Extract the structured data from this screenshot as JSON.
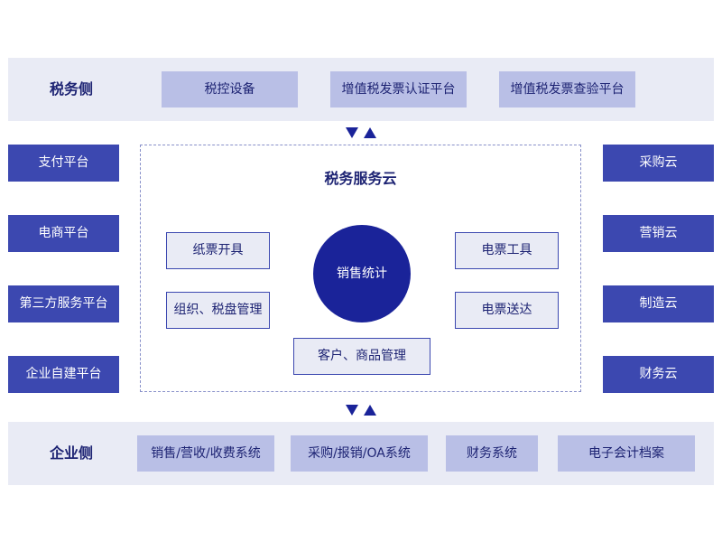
{
  "tax_side": {
    "title": "税务侧",
    "items": [
      "税控设备",
      "增值税发票认证平台",
      "增值税发票查验平台"
    ]
  },
  "enterprise_side": {
    "title": "企业侧",
    "items": [
      "销售/营收/收费系统",
      "采购/报销/OA系统",
      "财务系统",
      "电子会计档案"
    ]
  },
  "left_platforms": [
    "支付平台",
    "电商平台",
    "第三方服务平台",
    "企业自建平台"
  ],
  "right_clouds": [
    "采购云",
    "营销云",
    "制造云",
    "财务云"
  ],
  "tax_cloud": {
    "title": "税务服务云",
    "center": "销售统计",
    "modules": [
      "纸票开具",
      "组织、税盘管理",
      "电票工具",
      "电票送达",
      "客户、商品管理"
    ]
  },
  "colors": {
    "band_bg": "#e9ebf5",
    "chip_bg": "#b9bfe6",
    "side_box": "#3c48b0",
    "center": "#1a2399",
    "text_dark": "#1d2373"
  }
}
